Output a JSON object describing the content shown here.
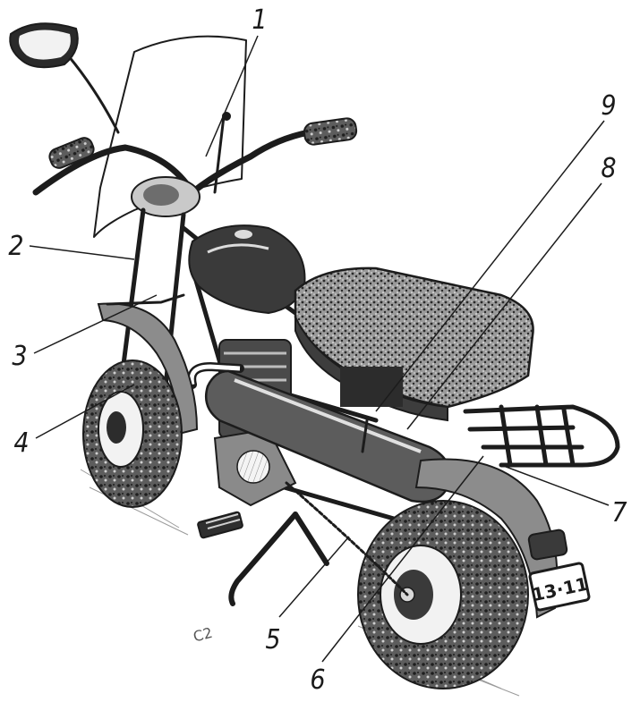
{
  "callouts": [
    "1",
    "2",
    "3",
    "4",
    "5",
    "6",
    "7",
    "8",
    "9"
  ],
  "plate_text": "13·11",
  "corner_mark": "C2",
  "colors": {
    "ink": "#1c1c1c",
    "paper": "#ffffff",
    "tire": "#5a5a5a",
    "seat": "#6b6b6b"
  }
}
